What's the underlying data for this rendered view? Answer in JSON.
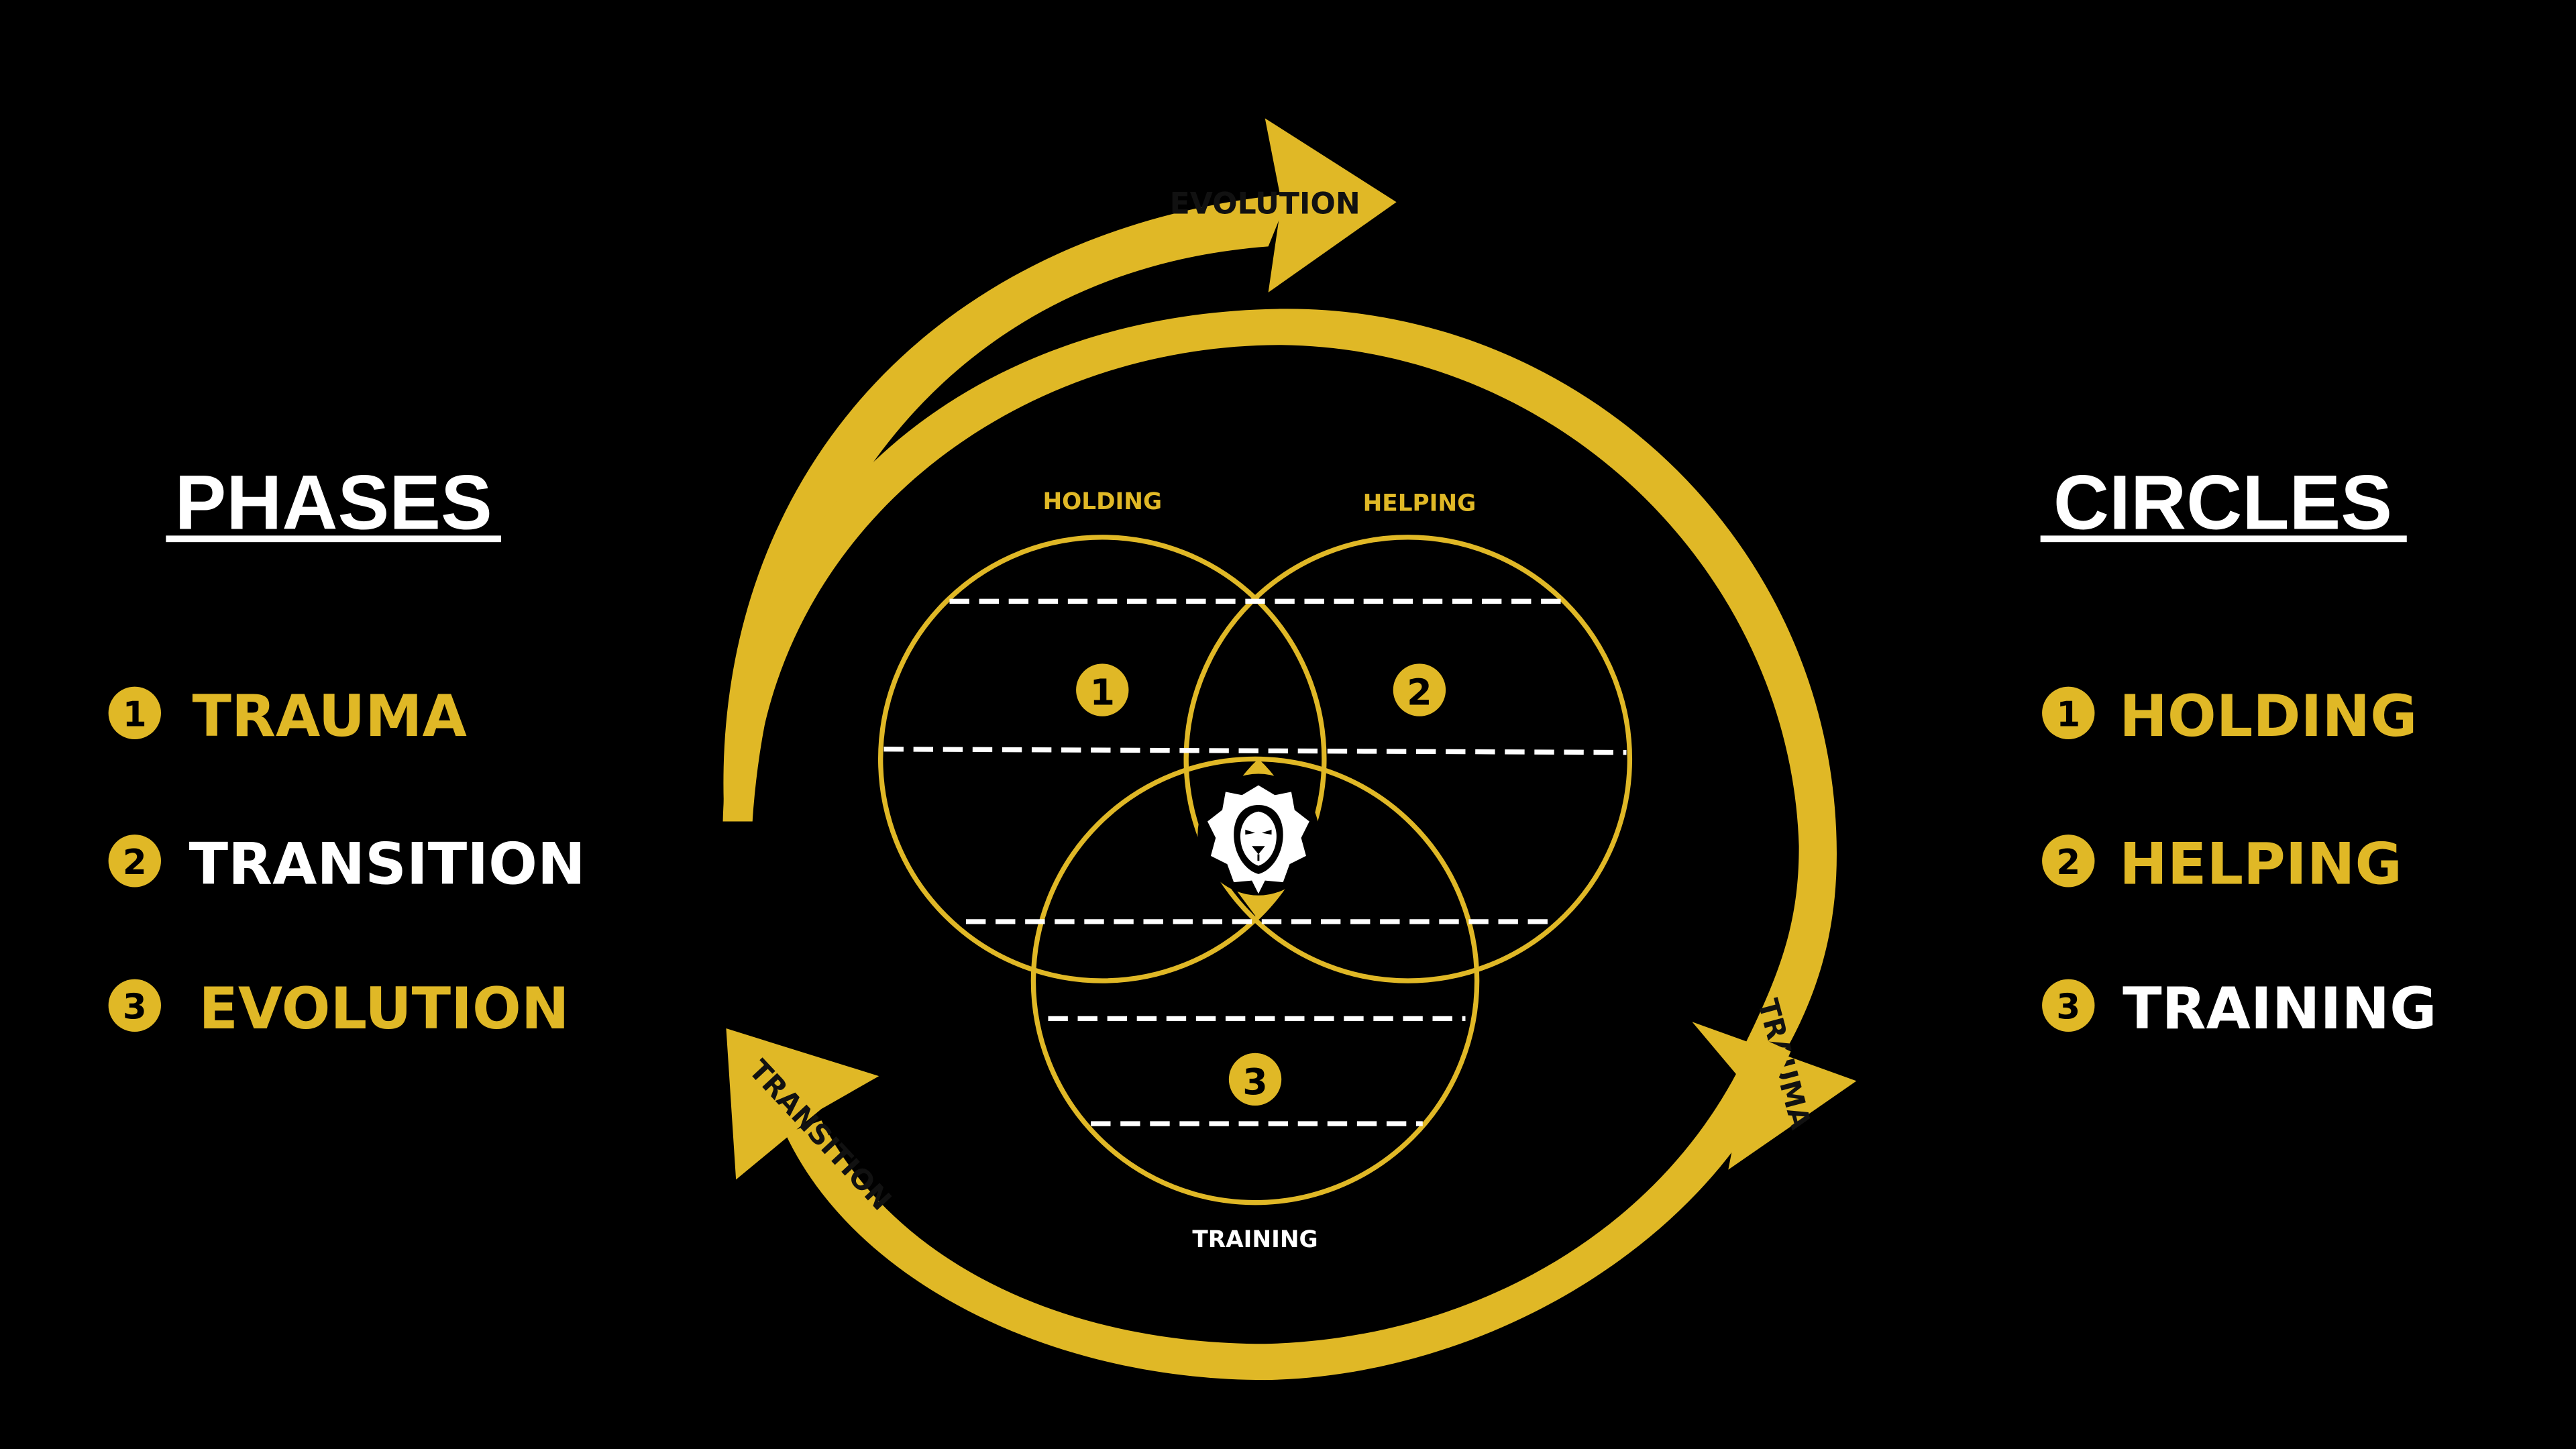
{
  "colors": {
    "background": "#000000",
    "gold": "#E0B826",
    "white": "#FFFFFF",
    "dark_text": "#111111"
  },
  "phases": {
    "heading": "PHASES",
    "items": [
      {
        "number": "1",
        "label": "TRAUMA",
        "color": "#E0B826"
      },
      {
        "number": "2",
        "label": "TRANSITION",
        "color": "#FFFFFF"
      },
      {
        "number": "3",
        "label": "EVOLUTION",
        "color": "#E0B826"
      }
    ]
  },
  "circles": {
    "heading": "CIRCLES",
    "items": [
      {
        "number": "1",
        "label": "HOLDING",
        "color": "#E0B826"
      },
      {
        "number": "2",
        "label": "HELPING",
        "color": "#E0B826"
      },
      {
        "number": "3",
        "label": "TRAINING",
        "color": "#FFFFFF"
      }
    ]
  },
  "cycle": {
    "arrows": [
      {
        "label": "EVOLUTION"
      },
      {
        "label": "TRAUMA"
      },
      {
        "label": "TRANSITION"
      }
    ]
  },
  "venn": {
    "circles": [
      {
        "number": "1",
        "label": "HOLDING"
      },
      {
        "number": "2",
        "label": "HELPING"
      },
      {
        "number": "3",
        "label": "TRAINING"
      }
    ],
    "center_icon": "lion-head-icon"
  }
}
